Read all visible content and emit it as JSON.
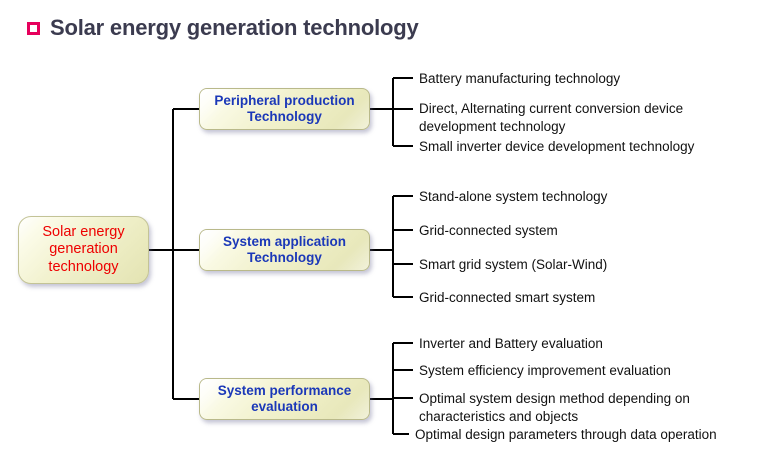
{
  "title": {
    "text": "Solar energy generation technology",
    "bullet_icon": "hollow-square-bullet",
    "bullet_color": "#e6005c",
    "text_color": "#3b3b4f"
  },
  "colors": {
    "root_text": "#ee0000",
    "branch_text": "#1b38b8",
    "leaf_text": "#111111",
    "node_fill_light": "#ffffff",
    "node_fill_dark": "#e3e3b2",
    "node_border": "#b9b98a",
    "connector_line": "#000000",
    "background": "#ffffff"
  },
  "diagram": {
    "type": "tree",
    "root": {
      "label": "Solar energy generation technology"
    },
    "branches": [
      {
        "label": "Peripheral production Technology",
        "leaves": [
          "Battery manufacturing technology",
          "Direct, Alternating current conversion device development technology",
          "Small inverter device development technology"
        ]
      },
      {
        "label": "System application Technology",
        "leaves": [
          "Stand-alone system technology",
          "Grid-connected system",
          "Smart grid system (Solar-Wind)",
          "Grid-connected smart system"
        ]
      },
      {
        "label": "System performance evaluation",
        "leaves": [
          "Inverter and Battery evaluation",
          "System efficiency improvement evaluation",
          "Optimal system design method depending on characteristics and objects",
          "Optimal design parameters through data operation"
        ]
      }
    ]
  }
}
